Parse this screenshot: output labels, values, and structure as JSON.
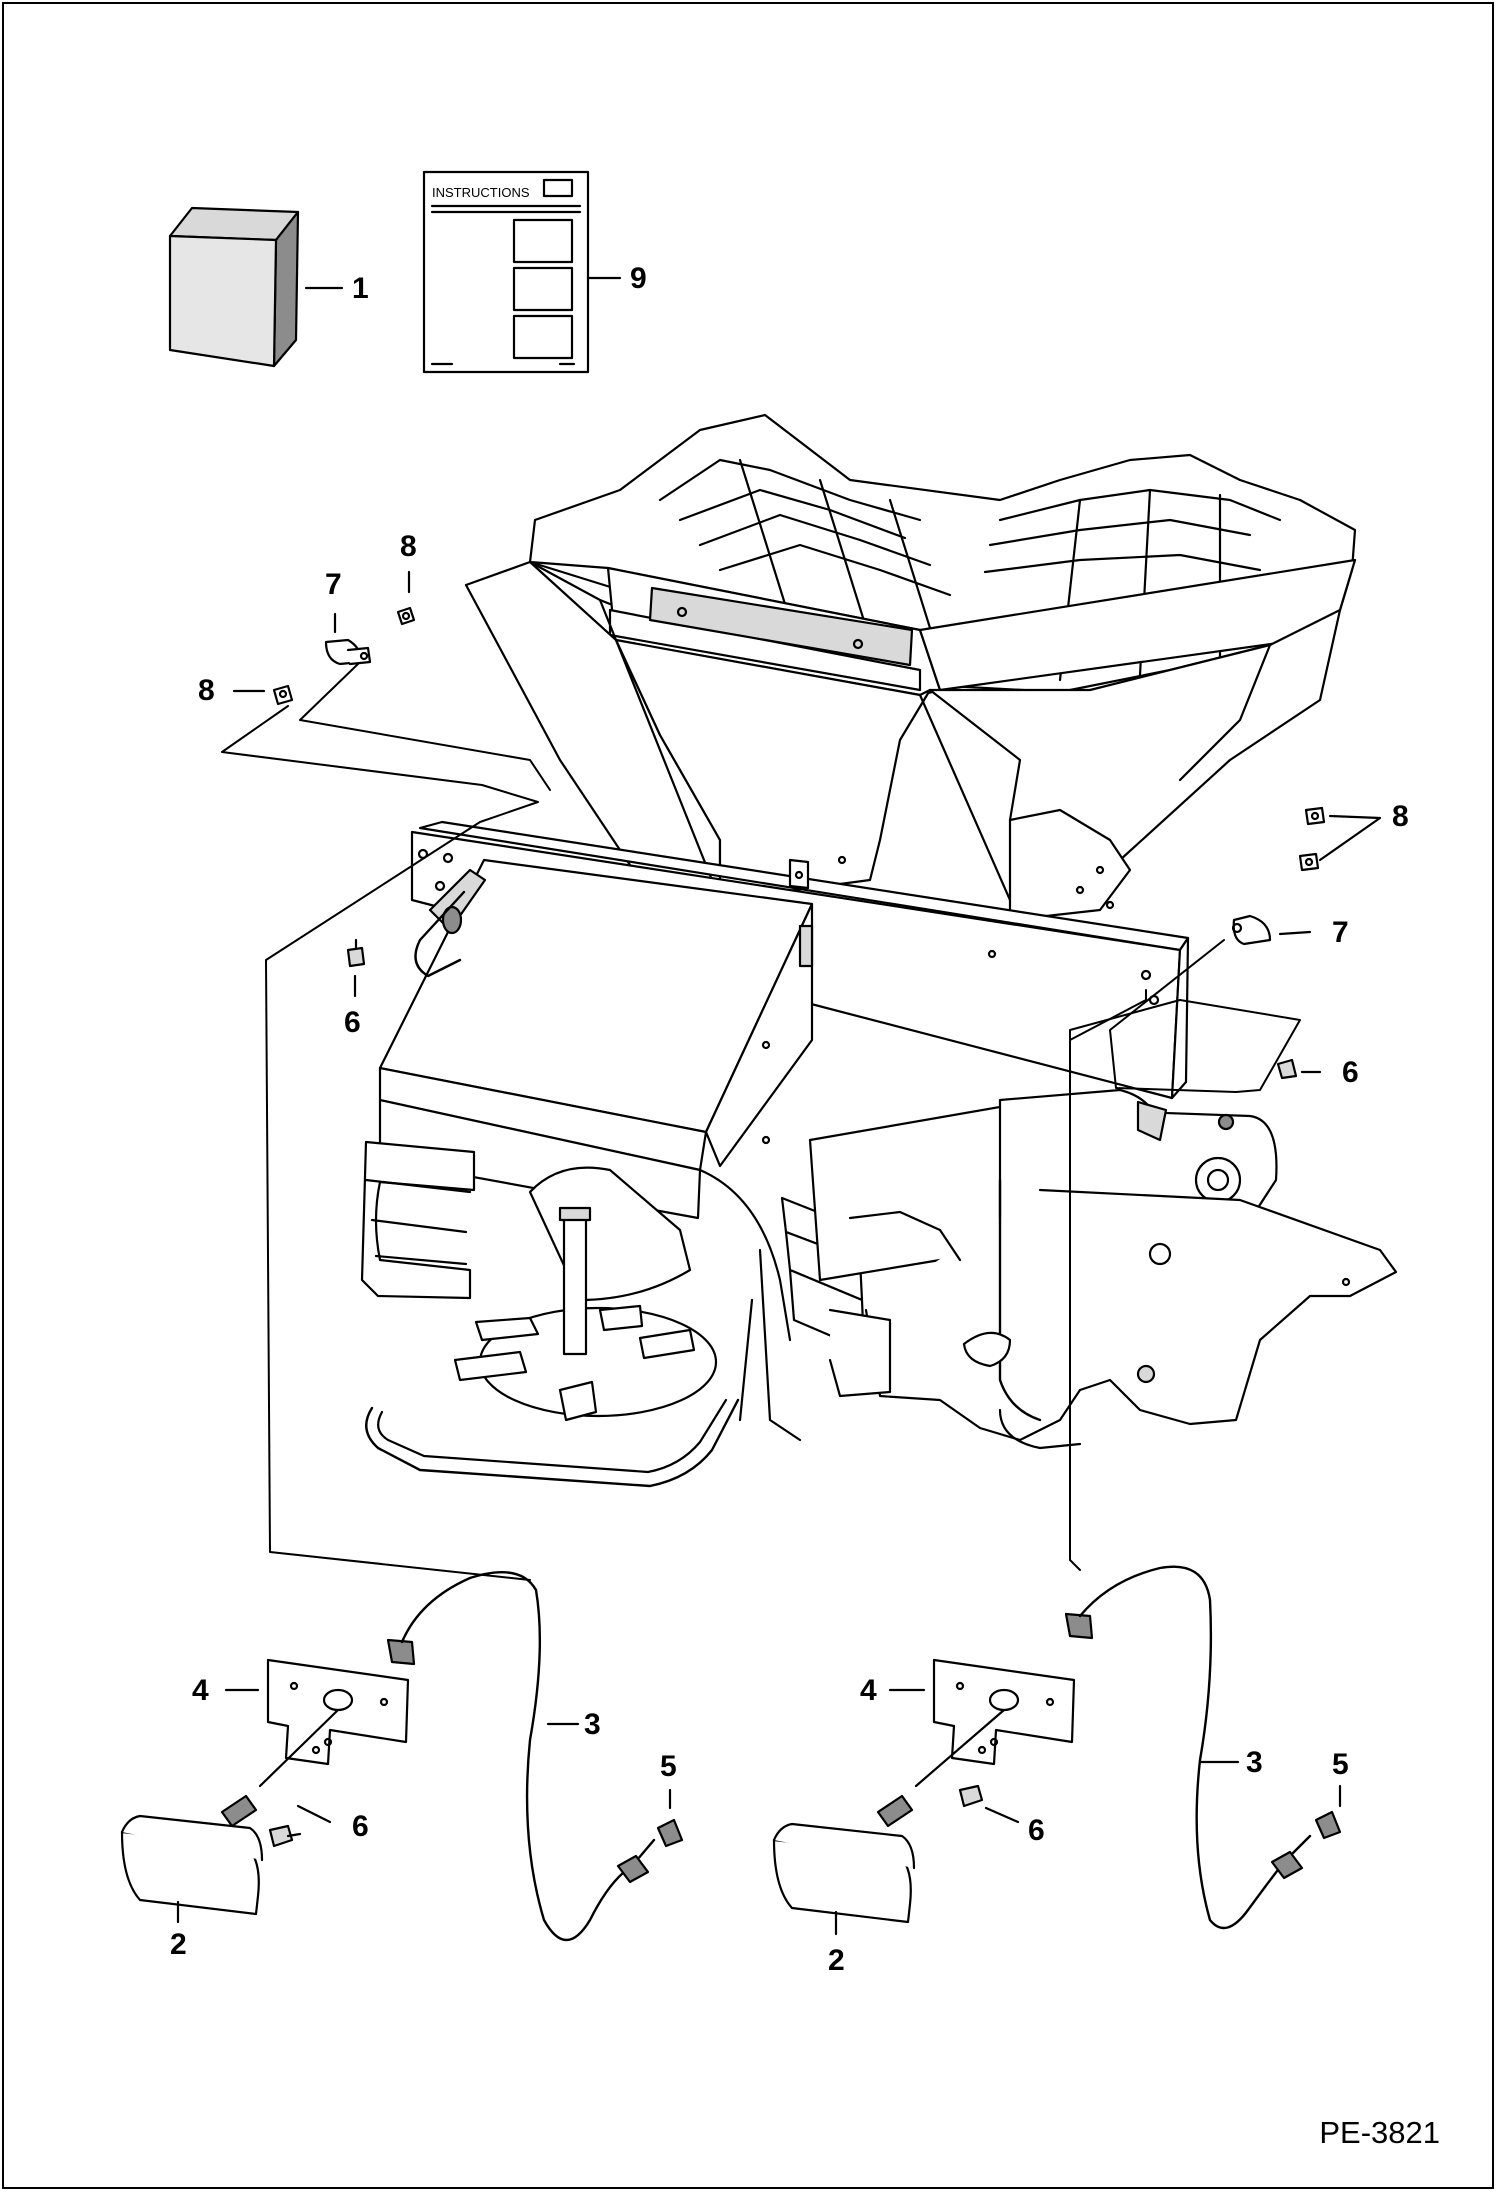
{
  "figure_id": "PE-3821",
  "instruction_sheet": {
    "heading": "INSTRUCTIONS"
  },
  "callouts": {
    "kit_box": "1",
    "instructions": "9",
    "clamp_left": "7",
    "nut_left_top": "8",
    "nut_left": "8",
    "bolt_left": "6",
    "nut_right": "8",
    "clamp_right": "7",
    "bolt_right": "6",
    "bracket_left": "4",
    "harness_left": "3",
    "connector_left": "5",
    "screw_left": "6",
    "lamp_left": "2",
    "bracket_right": "4",
    "harness_right": "3",
    "connector_right": "5",
    "screw_right": "6",
    "lamp_right": "2"
  },
  "colors": {
    "line": "#000000",
    "paper": "#ffffff",
    "shade": "#d9d9d9",
    "dark_shade": "#8c8c8c"
  }
}
